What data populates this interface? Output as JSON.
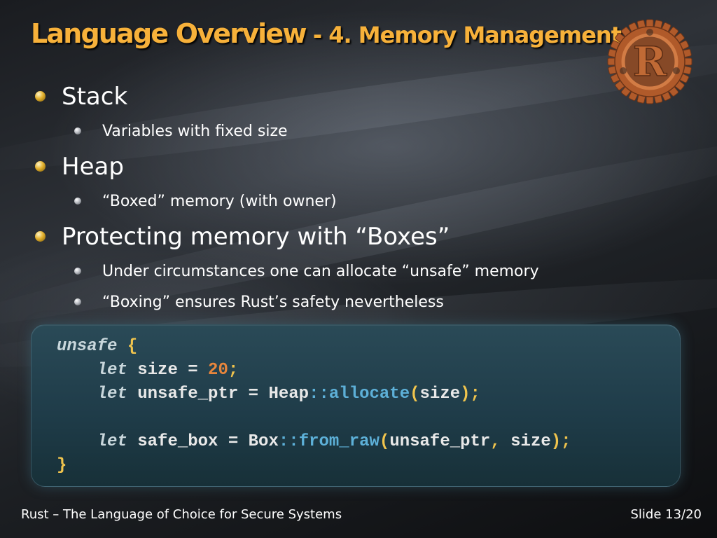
{
  "slide": {
    "title_main": "Language Overview",
    "title_sep": " - ",
    "title_sub": "4. Memory Management"
  },
  "bullets": [
    {
      "text": "Stack",
      "children": [
        "Variables with fixed size"
      ]
    },
    {
      "text": "Heap",
      "children": [
        "“Boxed” memory (with owner)"
      ]
    },
    {
      "text": "Protecting memory with “Boxes”",
      "children": [
        "Under circumstances one can allocate “unsafe” memory",
        "“Boxing” ensures Rust’s safety nevertheless"
      ]
    }
  ],
  "code": {
    "lines": [
      "unsafe {",
      "    let size = 20;",
      "    let unsafe_ptr = Heap::allocate(size);",
      "",
      "    let safe_box = Box::from_raw(unsafe_ptr, size);",
      "}"
    ]
  },
  "footer": {
    "left": "Rust – The Language of Choice for Secure Systems",
    "right": "Slide 13/20"
  },
  "colors": {
    "title": "#f7b13a",
    "logo": "#b05a2a",
    "code_background": "#1f3c49",
    "keyword": "#c9d7dc",
    "number": "#e8863c",
    "function": "#5db0d8",
    "punctuation": "#f0c44d"
  },
  "icons": {
    "logo": "rust-logo-icon",
    "bullet_level1": "gold-bullet-icon",
    "bullet_level2": "silver-bullet-icon"
  }
}
